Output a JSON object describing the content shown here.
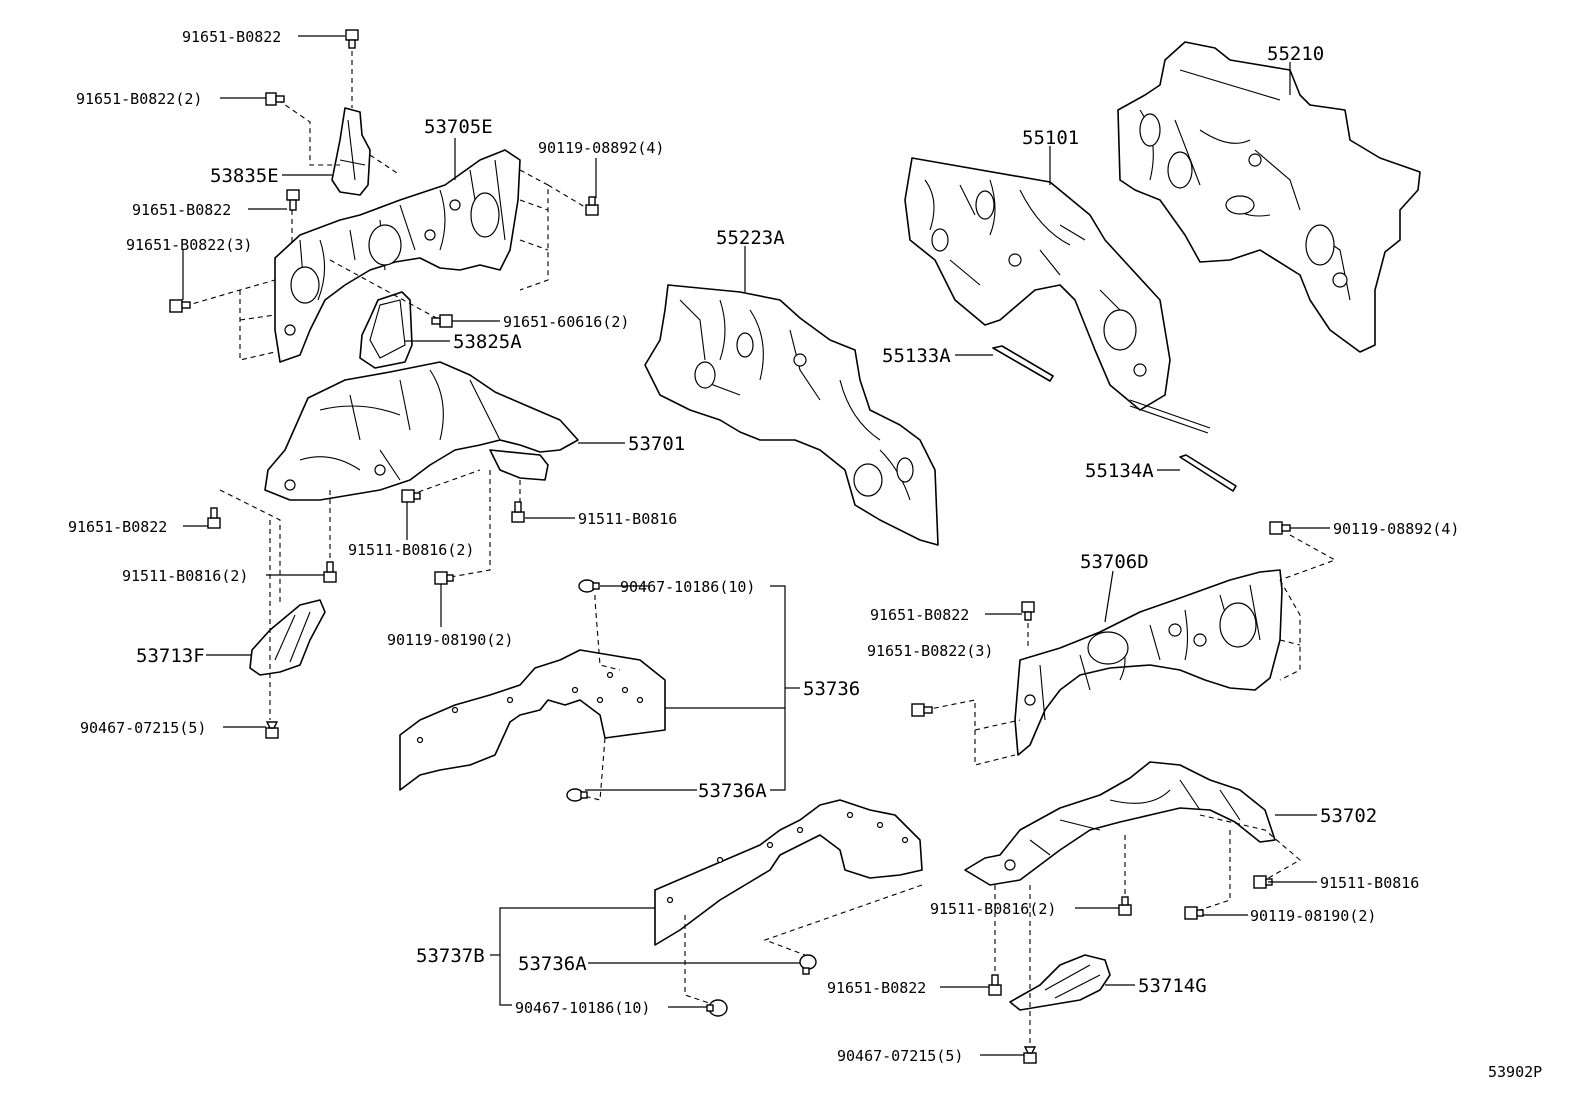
{
  "diagram_id": "53902P",
  "callouts": {
    "c01": "91651-B0822",
    "c02": "91651-B0822(2)",
    "c03": "53705E",
    "c04": "90119-08892(4)",
    "c05": "53835E",
    "c06": "91651-B0822",
    "c07": "91651-B0822(3)",
    "c08": "91651-60616(2)",
    "c09": "53825A",
    "c10": "53701",
    "c11": "91651-B0822",
    "c12": "91511-B0816",
    "c13": "91511-B0816(2)",
    "c14": "91511-B0816(2)",
    "c15": "90119-08190(2)",
    "c16": "53713F",
    "c17": "90467-07215(5)",
    "c18": "55210",
    "c19": "55101",
    "c20": "55223A",
    "c21": "55133A",
    "c22": "55134A",
    "c23": "90119-08892(4)",
    "c24": "53706D",
    "c25": "91651-B0822",
    "c26": "91651-B0822(3)",
    "c27": "90467-10186(10)",
    "c28": "53736",
    "c29": "53736A",
    "c30": "53702",
    "c31": "91511-B0816",
    "c32": "91511-B0816(2)",
    "c33": "90119-08190(2)",
    "c34": "53737B",
    "c35": "53736A",
    "c36": "91651-B0822",
    "c37": "53714G",
    "c38": "90467-10186(10)",
    "c39": "90467-07215(5)"
  }
}
